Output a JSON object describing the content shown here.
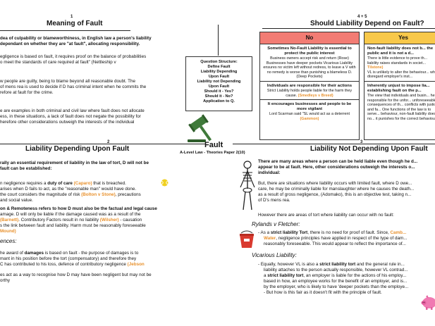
{
  "top_left": {
    "number": "1",
    "title": "Meaning of Fault",
    "lines": [
      "dea of culpability or blameworthiness, in English law a person's liability",
      "dependant on whether they are \"at fault\", allocating responsibility."
    ],
    "para1": [
      "egligence is based on fault, it requires proof on the balance of probabilities",
      "o meet the standards of care required at fault\" (Nettleship v"
    ],
    "para2": [
      "w people are guilty, being to blame beyond all reasonable doubt. The",
      "of mens rea is used to decide if D has criminal intent when he commits the",
      "refore at fault for the crime."
    ],
    "para3": [
      "e are examples in both criminal and civil law where fault does not allocate",
      "ess, in these situations, a lack of fault does not negate the possibility for",
      "herefore other considerations outweigh the interests of the individual"
    ]
  },
  "center": {
    "box_lines": [
      "Question Structure:",
      "Define Fault",
      "Liability Depending",
      "Upon Fault",
      "Liability not Depending",
      "Upon Fault",
      "Should it - Yes?",
      "Should it - No?",
      "Application to Q."
    ],
    "title": "Fault",
    "subtitle": "A-Level Law - Theories Paper 2(10)"
  },
  "top_right": {
    "number": "4 + 5",
    "title": "Should Liability Depend on Fault?",
    "no_label": "No",
    "yes_label": "Yes",
    "no_cells": [
      {
        "title": "Sometimes No-Fault Liability is essential to protect the public interest",
        "body": "Business owners accept risk and return (Rose) Businesses have deeper pockets Vicarious Liability ensures no victim left without redress, to leave a V with no remedy is worse than punishing a blameless D. (Deep Pockets)"
      },
      {
        "title": "Individuals are responsible for their actions",
        "body": "Strict Liability holds people liable for the harm they cause.",
        "case": "(Smedleys v Breed)"
      },
      {
        "title": "It encourages businesses and people to be more vigilant",
        "body": "Lord Scarman said \"SL would act as a deterrent",
        "case": "(Gammon)"
      }
    ],
    "yes_cells": [
      {
        "title": "Non-fault liability does not b... the public and it is not a d...",
        "body": "There is little evidence to prove th... liability raises standards in societ...",
        "case": "Tilstone)",
        "body2": "VL is unlikely to alter the behaviour... who disregard employer's inst..."
      },
      {
        "title": "Inherently unjust to impose lia... establishing fault on the p...",
        "body": "The view that individuals and busin... held responsible for the unfor... unforeseeable consequences of th... conflicts with justice and fa... One functions of the law is to serve... behaviour, non-fault liability does no... it punishes for the correct behaviou..."
      }
    ]
  },
  "bottom_left": {
    "number": "2",
    "title": "Liability Depending Upon Fault",
    "intro": [
      "rally an essential requirement of liability in the law of tort, D will not be",
      "fault can be established:"
    ],
    "p1": [
      "n negligence requires a duty of care (Caparo) that is breached.",
      "arises when D fails to act, as the \"reasonable man\" would have done.",
      "the court considers the magnitude of risk (Bolton v Stone), precautions",
      "and social value."
    ],
    "p2": [
      "on & Remoteness refers to how D must also be the factual and legal cause",
      "amage. D will only be liable if the damage caused was as a result of the",
      "(Barnett). Contributory Factors result in no liability (Wilsher) - causation",
      "s the link between fault and liability. Harm must be reasonably foreseeable",
      "Mound)"
    ],
    "sub_heading": "ences:",
    "p3": [
      "he award of damages is based on fault - the purpose of damages is to",
      "mant in his position before the tort (compensatory) and therefore they",
      "C has contributed to his loss, defence of contributory negligence (Jebson"
    ],
    "p4": [
      "es act as a way to recognise how D may have been negligent but may not be",
      "orthy"
    ],
    "terms": {
      "duty": "duty of care",
      "caparo": "(Caparo)",
      "bolton": "(Bolton v Stone)",
      "barnett": "(Barnett)",
      "wilsher": "(Wilsher)",
      "mound": "Mound)",
      "damages": "damages",
      "jebson": "(Jebson"
    }
  },
  "bottom_right": {
    "number": "3",
    "title": "Liability Not Depending Upon Fault",
    "intro": [
      "There are many areas where a person can be held liable even though he d...",
      "appear to be at fault. Here, other considerations outweigh the interests o...",
      "individual:"
    ],
    "p1": [
      "But, there are situations where liability occurs with limited fault, where D owe...",
      "care, he may be criminally liable for manslaughter where he causes the death...",
      "as a result of gross negligence, (Adomako), this is an objective test, taking n...",
      "of D's mens rea."
    ],
    "p2": "However there are areas of tort where liability can occur with no fault:",
    "rylands_heading": "Rylands v Fletcher:",
    "rylands": [
      "- As a strict liability Tort, there is no need for proof of fault. Since, Camb...",
      "Water, negligence principles have applied in respect of the type of dam...",
      "reasonably foreseeable. This would appear to reflect the importance of..."
    ],
    "vicarious_heading": "Vicarious Liability:",
    "vicarious": [
      "- Equally, however VL is also a strict liability tort and the general rule in...",
      "liability attaches to the person actually responsible, however VL contrad...",
      "a strict liability tort, an employer is liable for the actions of his employ...",
      "based in how, an employee works for the benefit of an employer, and is...",
      "by the employer, who is likely to have 'deeper pockets than the employe...",
      "- But how is this fair as it doesn't fit with the principle of fault."
    ]
  },
  "colors": {
    "accent_orange": "#e8912d",
    "no_red": "#f27c74",
    "yes_yellow": "#f8c84a",
    "gavel_green": "#3f7a3a",
    "bucket_red": "#d93a2f",
    "pig_pink": "#f07ab2"
  },
  "icons": [
    "gavel-icon",
    "skeleton-icon",
    "tennis-ball-icon",
    "bucket-icon",
    "pig-icon"
  ]
}
